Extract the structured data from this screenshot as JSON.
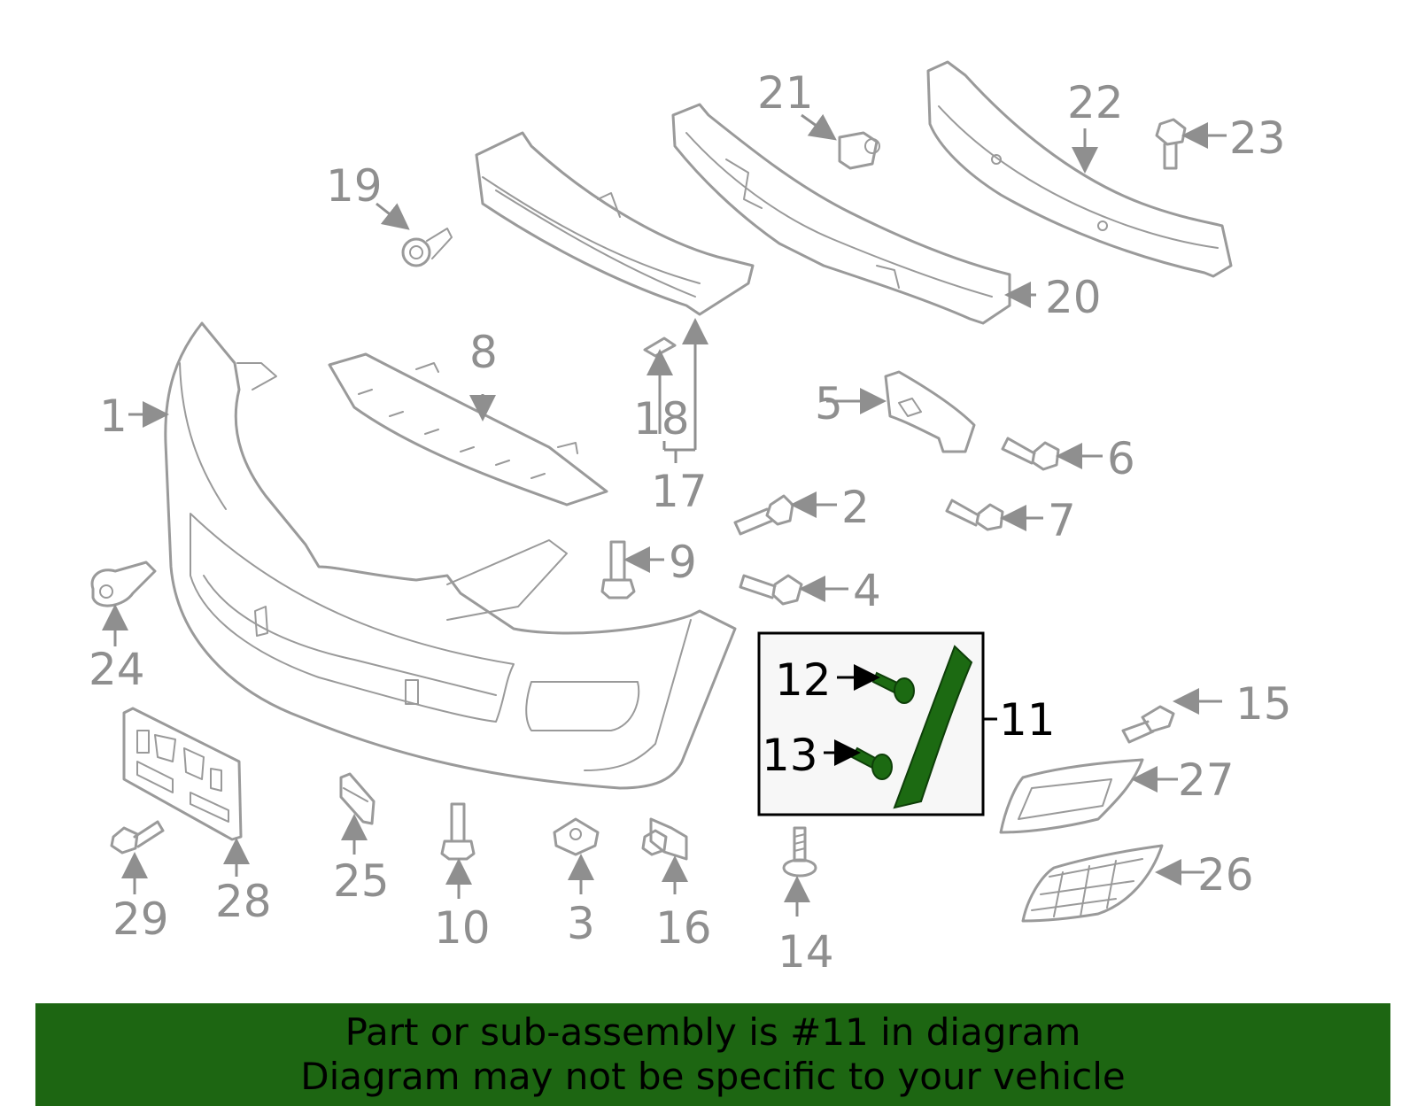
{
  "callouts": {
    "c1": "1",
    "c2": "2",
    "c3": "3",
    "c4": "4",
    "c5": "5",
    "c6": "6",
    "c7": "7",
    "c8": "8",
    "c9": "9",
    "c10": "10",
    "c11": "11",
    "c12": "12",
    "c13": "13",
    "c14": "14",
    "c15": "15",
    "c16": "16",
    "c17": "17",
    "c18": "18",
    "c19": "19",
    "c20": "20",
    "c21": "21",
    "c22": "22",
    "c23": "23",
    "c24": "24",
    "c25": "25",
    "c26": "26",
    "c27": "27",
    "c28": "28",
    "c29": "29"
  },
  "highlighted_callout": "11",
  "colors": {
    "highlight": "#1c6a12",
    "banner": "#1d6612",
    "linework": "#9a9a9a"
  },
  "banner": {
    "line1": "Part or sub-assembly is #11 in diagram",
    "line2": "Diagram may not be specific to your vehicle"
  }
}
